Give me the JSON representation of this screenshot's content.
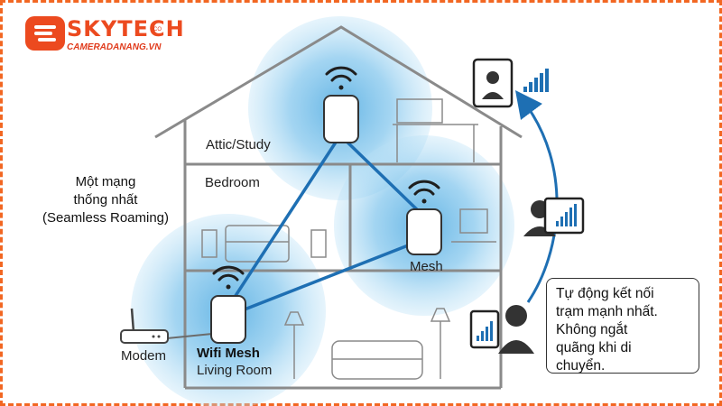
{
  "brand": {
    "name": "SKYTECH",
    "suffix": "CO",
    "website": "CAMERADANANG.VN"
  },
  "rooms": {
    "attic": "Attic/Study",
    "bedroom": "Bedroom",
    "living": "Living Room"
  },
  "devices": {
    "modem": "Modem",
    "main_node": "Wifi Mesh",
    "mesh_node": "Mesh"
  },
  "left_note": {
    "line1": "Một mạng",
    "line2": "thống nhất",
    "line3": "(Seamless Roaming)"
  },
  "callout": {
    "line1": "Tự động kết nối",
    "line2": "trạm mạnh nhất.",
    "line3": "Không ngắt",
    "line4": "quãng khi di",
    "line5": "chuyển."
  },
  "colors": {
    "accent": "#f26722",
    "wifi_blue": "#1e6fb3",
    "coverage": "#7fc4ec",
    "house_outline": "#8a8a8a"
  }
}
